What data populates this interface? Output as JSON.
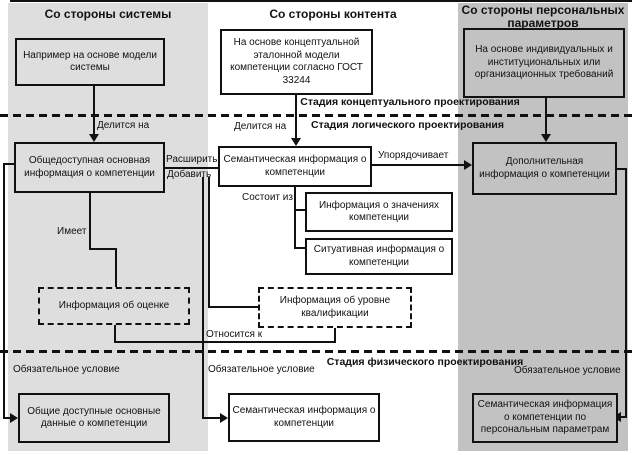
{
  "panels": {
    "system": "Со стороны системы",
    "content": "Со стороны контента",
    "personal": "Со стороны персональных параметров"
  },
  "stages": {
    "conceptual": "Стадия концептуального проектирования",
    "logical": "Стадия логического проектирования",
    "physical": "Стадия физического проектирования"
  },
  "nodes": {
    "system_source": "Например на основе модели системы",
    "public_basic_info": "Общедоступная основная информация о компетенции",
    "public_basic_data": "Общие доступные основные данные о компетенции",
    "content_source": "На основе концептуальной эталонной модели компетенции согласно ГОСТ 33244",
    "semantic_info": "Семантическая информация о компетенции",
    "semantic_info_bottom": "Семантическая информация о компетенции",
    "personal_source": "На основе индивидуальных и институциональных или организационных требований",
    "additional_info": "Дополнительная информация о компетенции",
    "semantic_personal": "Семантическая информация о компетенции по персональным параметрам",
    "values_info": "Информация о значениях компетенции",
    "situational_info": "Ситуативная информация о компетенции",
    "assessment_info": "Информация об оценке",
    "qualification_info": "Информация об уровне квалификации"
  },
  "edges": {
    "divides_left": "Делится на",
    "divides_mid": "Делится на",
    "extend": "Расширить",
    "add": "Добавить",
    "orders": "Упорядочивает",
    "consists_of": "Состоит из",
    "has": "Имеет",
    "relates_to": "Относится к"
  },
  "conditions": {
    "left": "Обязательное условие",
    "mid": "Обязательное условие",
    "right": "Обязательное условие"
  },
  "colors": {
    "panel_left": "#dedede",
    "panel_right": "#c2c2c2",
    "line": "#111111",
    "box_white": "#ffffff"
  }
}
